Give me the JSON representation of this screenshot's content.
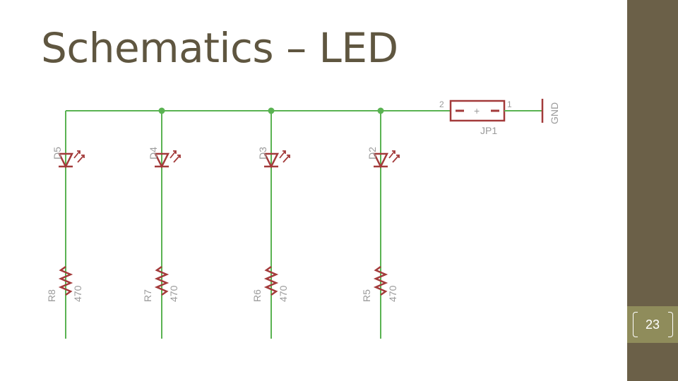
{
  "slide": {
    "title": "Schematics – LED",
    "page_number": "23"
  },
  "colors": {
    "title": "#5f5640",
    "accent_bar": "#6b6048",
    "page_box": "#8f8c5b",
    "wire": "#5ab352",
    "component": "#a33a3a",
    "label": "#9a9a9a"
  },
  "schematic": {
    "header": {
      "pin2": "2",
      "pin1": "1",
      "sign": "+",
      "name": "JP1"
    },
    "ground": "GND",
    "branches": [
      {
        "led": "D5",
        "resistor": "R8",
        "value": "470"
      },
      {
        "led": "D4",
        "resistor": "R7",
        "value": "470"
      },
      {
        "led": "D3",
        "resistor": "R6",
        "value": "470"
      },
      {
        "led": "D2",
        "resistor": "R5",
        "value": "470"
      }
    ]
  }
}
